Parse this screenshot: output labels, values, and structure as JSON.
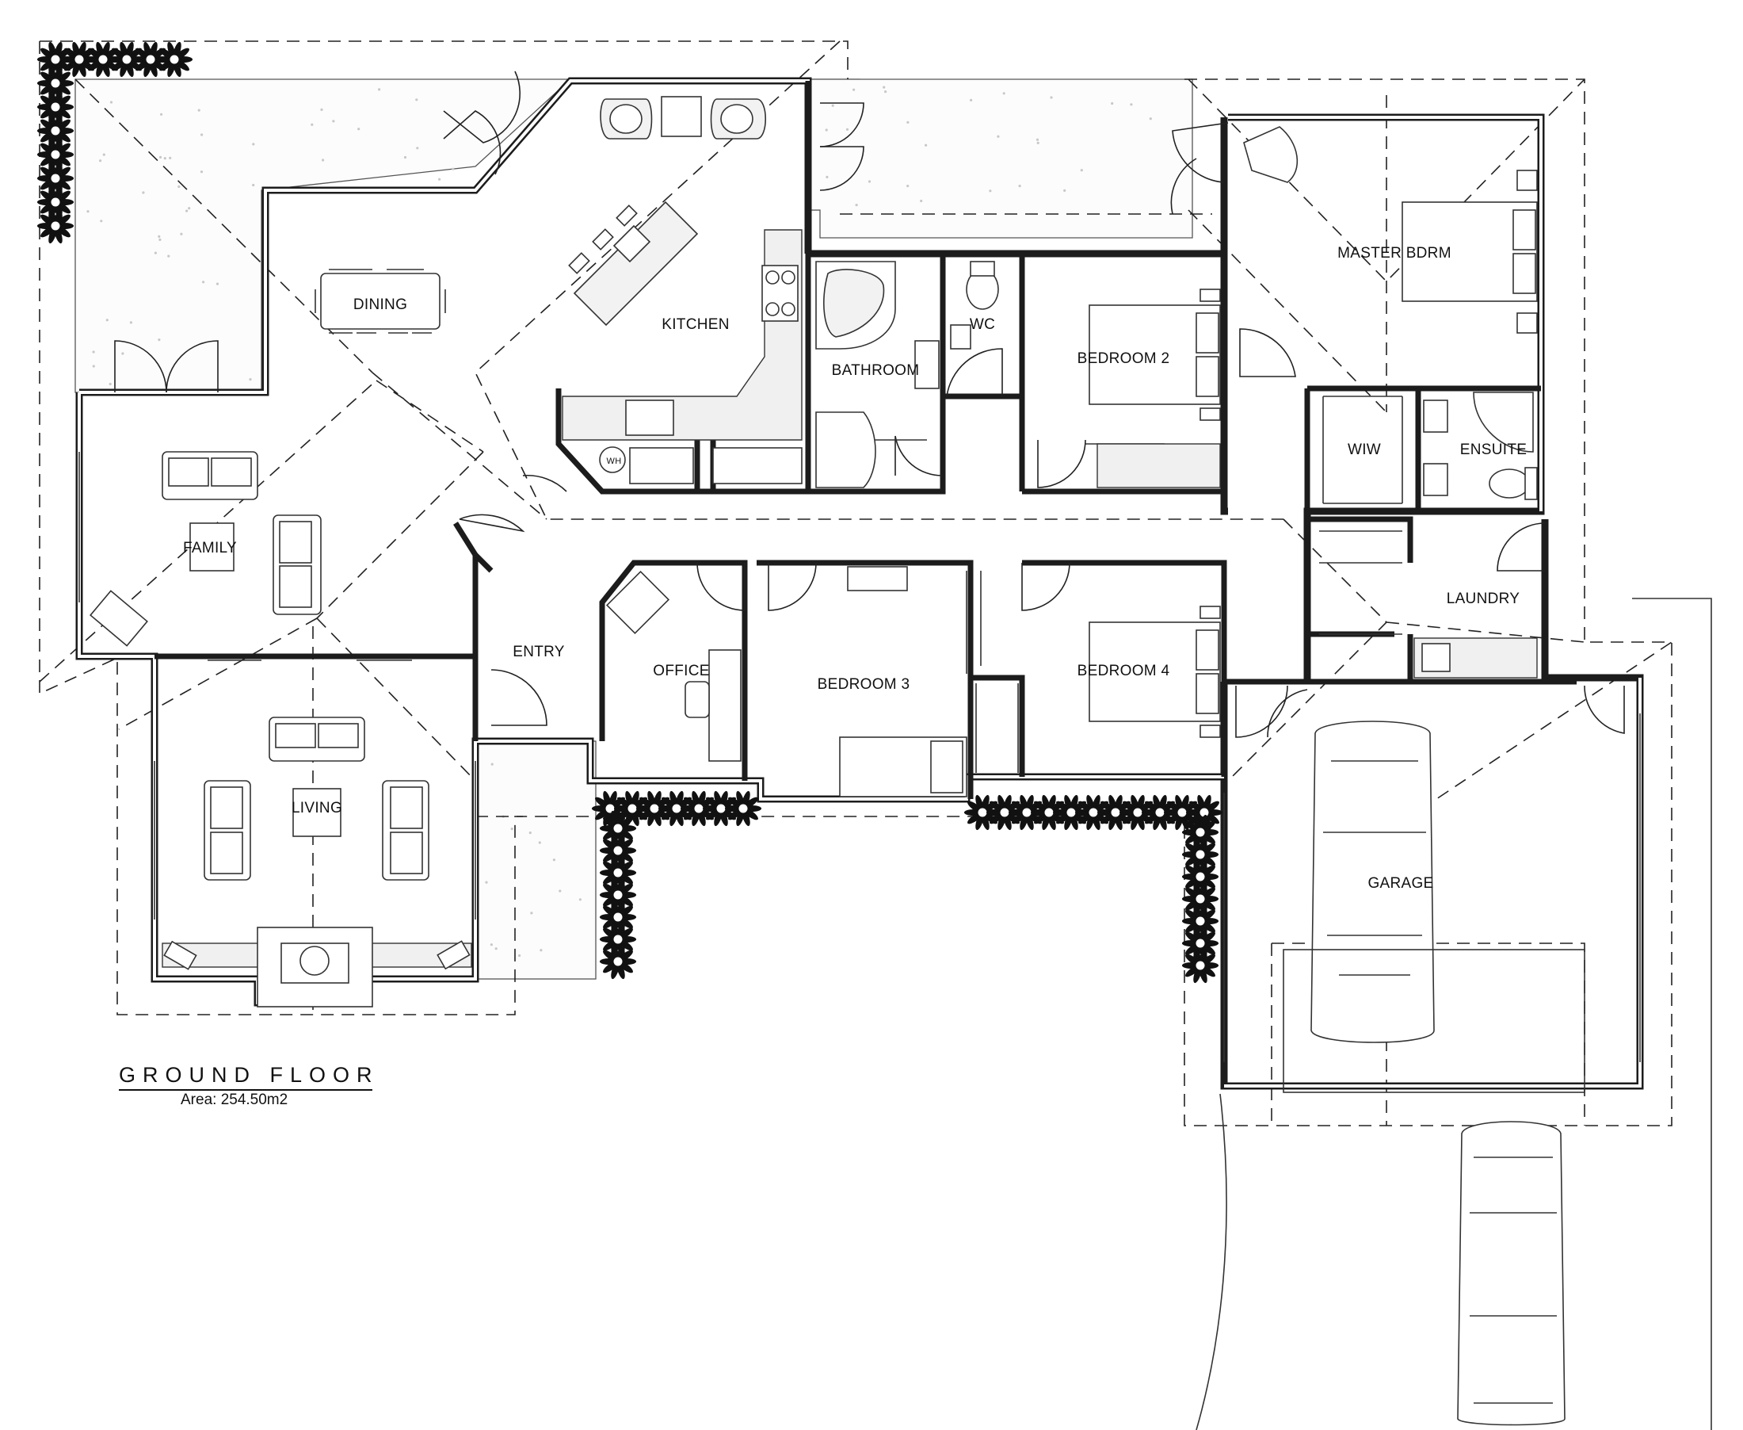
{
  "plan": {
    "title": "GROUND FLOOR",
    "area": "Area: 254.50m2"
  },
  "rooms": {
    "dining": "DINING",
    "kitchen": "KITCHEN",
    "family": "FAMILY",
    "living": "LIVING",
    "entry": "ENTRY",
    "office": "OFFICE",
    "bedroom3": "BEDROOM 3",
    "bedroom4": "BEDROOM 4",
    "bathroom": "BATHROOM",
    "wc": "WC",
    "bedroom2": "BEDROOM 2",
    "master": "MASTER BDRM",
    "wiw": "WIW",
    "ensuite": "ENSUITE",
    "laundry": "LAUNDRY",
    "garage": "GARAGE"
  },
  "fixtures": {
    "water_heater": "WH"
  }
}
